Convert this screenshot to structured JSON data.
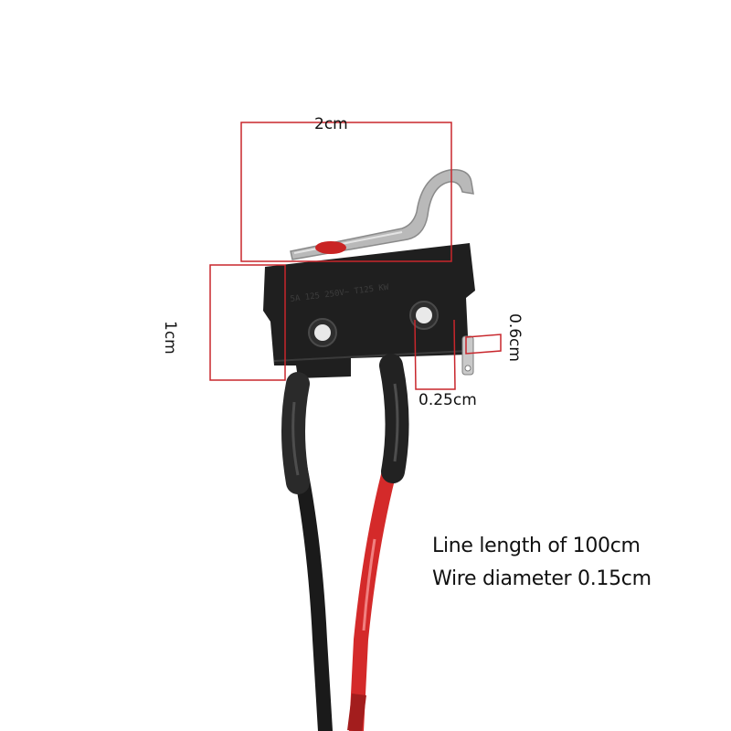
{
  "dimensions": {
    "width": "2cm",
    "height": "1cm",
    "pin_offset": "0.6cm",
    "pin_width": "0.25cm"
  },
  "specs": {
    "line_length": "Line length of 100cm",
    "wire_diameter": "Wire diameter 0.15cm"
  },
  "colors": {
    "dimension_lines": "#c8262c",
    "switch_body": "#1f1f1f",
    "wire_black": "#1a1a1a",
    "wire_red": "#d42a2a",
    "lever_metal": "#b8b8b8"
  }
}
